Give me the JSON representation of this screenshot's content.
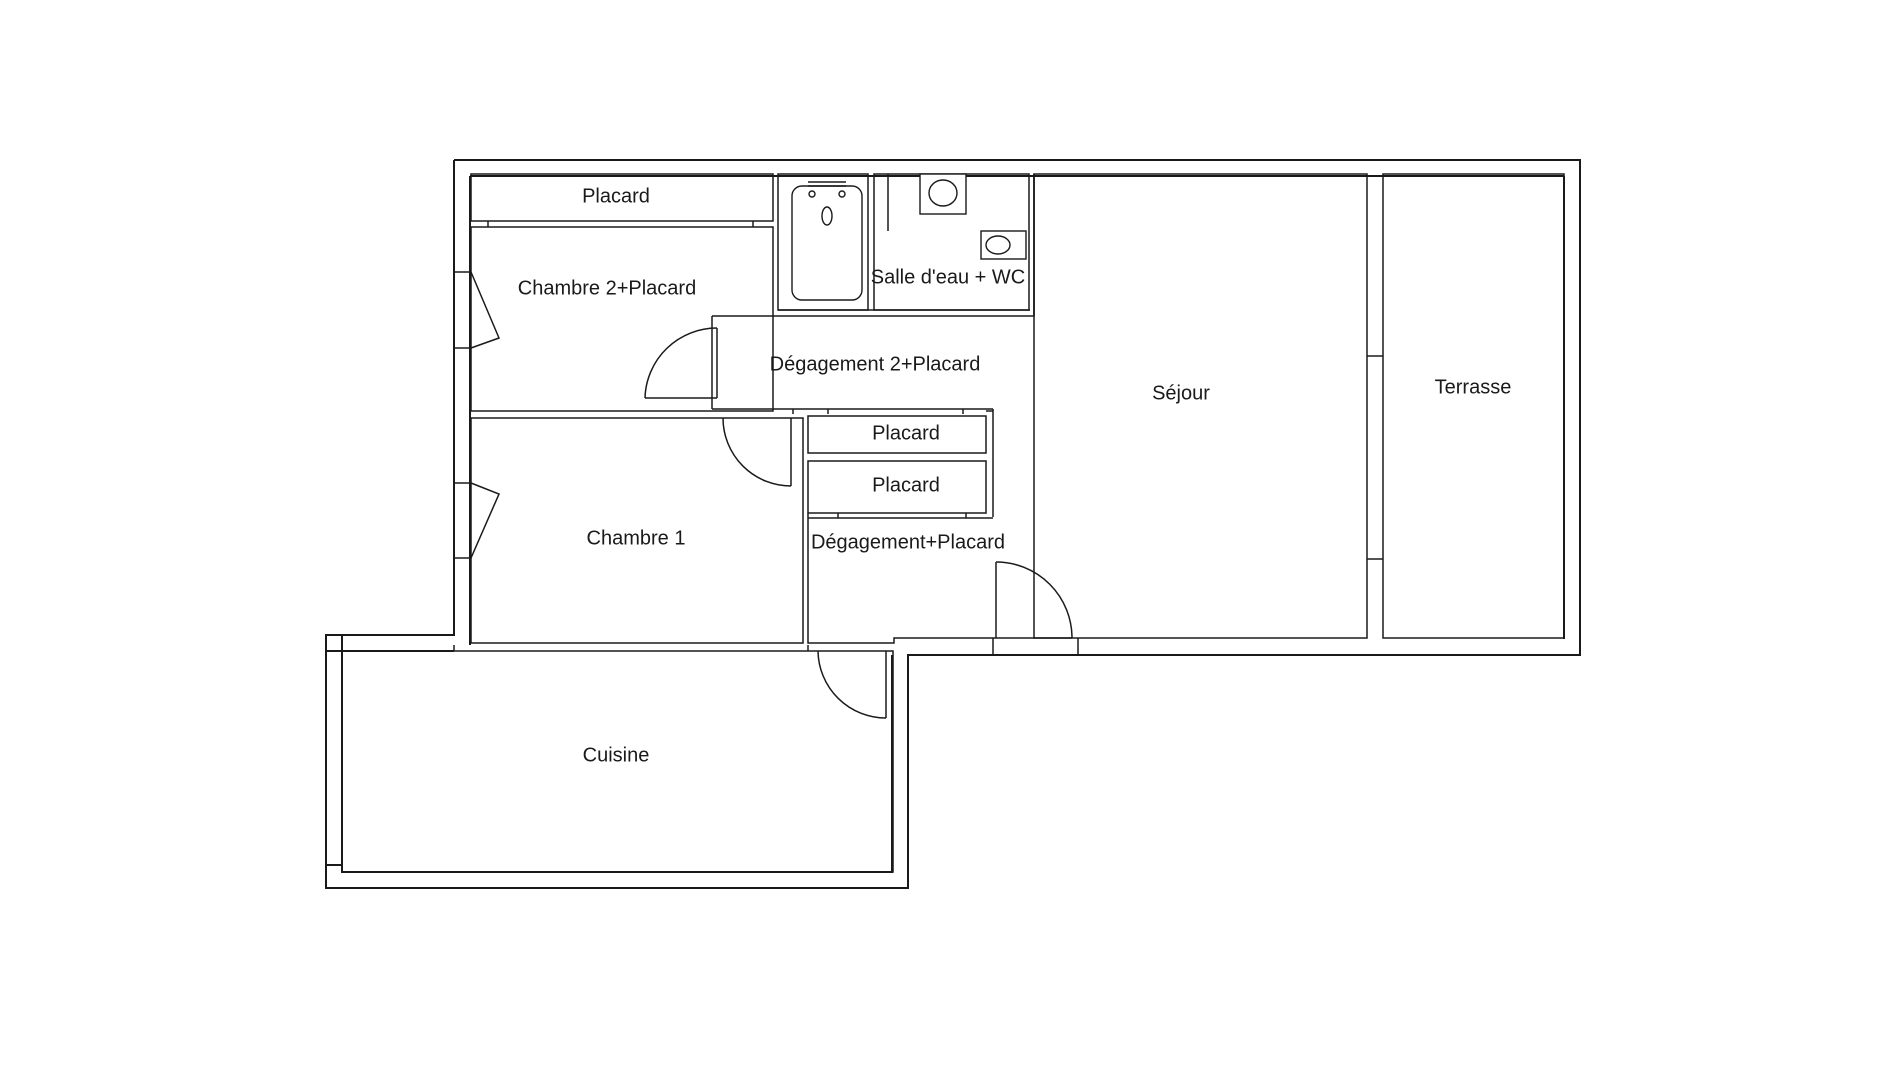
{
  "rooms": {
    "placard_top": "Placard",
    "chambre2": "Chambre 2+Placard",
    "salle_eau": "Salle d'eau + WC",
    "degagement2": "Dégagement 2+Placard",
    "sejour": "Séjour",
    "terrasse": "Terrasse",
    "placard_mid1": "Placard",
    "placard_mid2": "Placard",
    "chambre1": "Chambre 1",
    "degagement": "Dégagement+Placard",
    "cuisine": "Cuisine"
  }
}
